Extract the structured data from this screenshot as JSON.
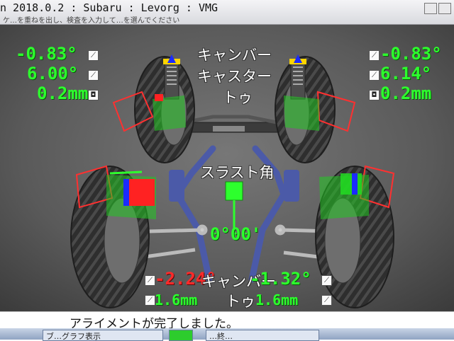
{
  "window": {
    "title": "n 2018.0.2 : Subaru : Levorg : VMG",
    "subtitle": "ケ…を重ねを出し、検査を入力して…を選んでください"
  },
  "front": {
    "left": {
      "camber": "-0.83°",
      "caster": "6.00°",
      "toe": "0.2mm"
    },
    "right": {
      "camber": "-0.83°",
      "caster": "6.14°",
      "toe": "0.2mm"
    },
    "labels": {
      "camber": "キャンバー",
      "caster": "キャスター",
      "toe": "トゥ"
    }
  },
  "thrust": {
    "label": "スラスト角",
    "value": "0°00'"
  },
  "rear": {
    "left": {
      "camber": "-2.24°",
      "toe": "1.6mm"
    },
    "right": {
      "camber": "-1.32°",
      "toe": "1.6mm"
    },
    "labels": {
      "camber": "キャンバー",
      "toe": "トゥ"
    }
  },
  "status": {
    "message": "アライメントが完了しました。"
  },
  "bottom": {
    "button1": "ブ…グラフ表示",
    "button2": "",
    "button3": "…終…"
  },
  "colors": {
    "value_green": "#2dff2d",
    "value_red": "#ff2a2a",
    "indicator_red": "#ff2222",
    "indicator_green": "#22cc22",
    "indicator_blue": "#1a2bff"
  }
}
